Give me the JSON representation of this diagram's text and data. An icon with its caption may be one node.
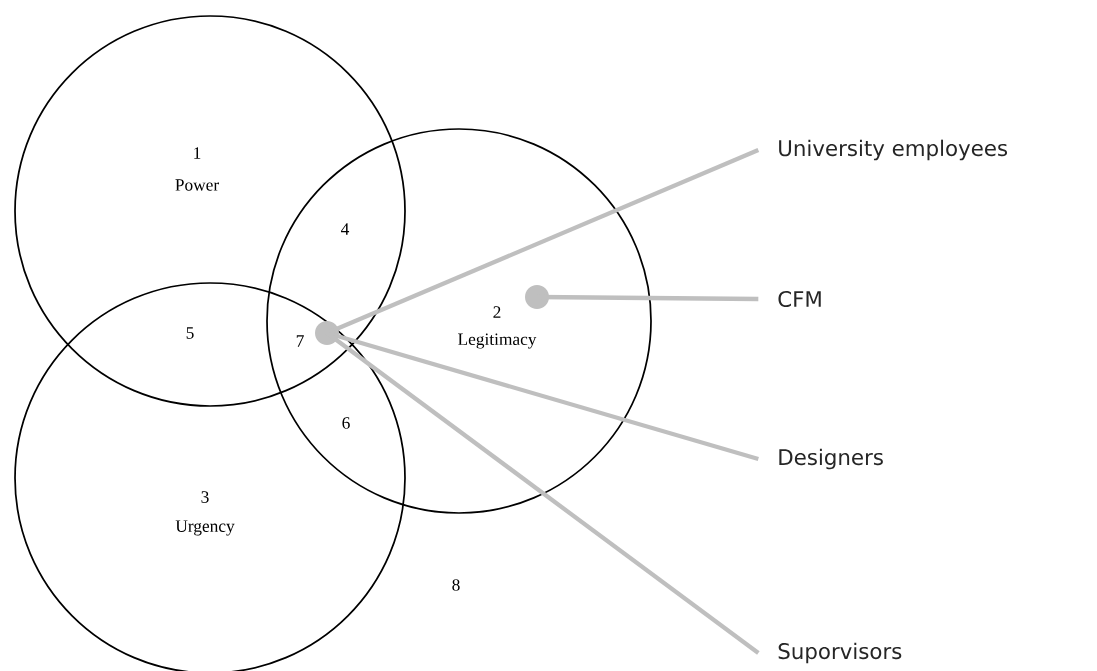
{
  "diagram": {
    "nodes": [
      {
        "text": [
          "1",
          "Power"
        ]
      },
      {
        "text": [
          "2",
          "Legitimacy"
        ]
      },
      {
        "text": [
          "3",
          "Urgency"
        ]
      },
      {
        "text": [],
        "shape": "circle"
      },
      {
        "text": [],
        "shape": "circle",
        "in": 1
      },
      {
        "text": [
          "University employees"
        ]
      },
      {
        "text": [
          "CFM"
        ]
      },
      {
        "text": [
          "Designers"
        ]
      },
      {
        "text": [
          "Suporvisors"
        ]
      }
    ],
    "edges": [
      {
        "from": 3,
        "to": 5,
        "arrow": "none"
      },
      {
        "from": 4,
        "to": 6,
        "arrow": "none"
      },
      {
        "from": 3,
        "to": 7,
        "arrow": "none"
      },
      {
        "from": 3,
        "to": 8,
        "arrow": "none"
      }
    ],
    "labels": [
      "4",
      "5",
      "7",
      "6",
      "8"
    ]
  }
}
